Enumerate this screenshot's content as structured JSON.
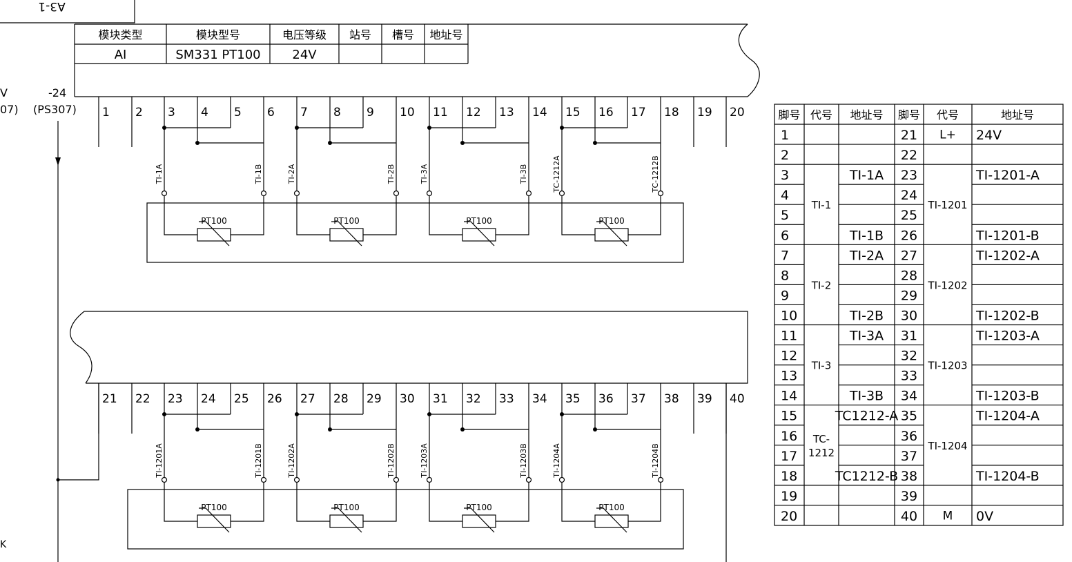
{
  "corner_label": "A3-1",
  "left_label_v": "V",
  "left_label_24": "-24",
  "left_label_07": "07)",
  "left_label_ps": "(PS307)",
  "left_label_k": "K",
  "header": {
    "columns": [
      "模块类型",
      "模块型号",
      "电压等级",
      "站号",
      "槽号",
      "地址号"
    ],
    "values": [
      "AI",
      "SM331 PT100",
      "24V",
      "",
      "",
      ""
    ]
  },
  "top_terminals": [
    "1",
    "2",
    "3",
    "4",
    "5",
    "6",
    "7",
    "8",
    "9",
    "10",
    "11",
    "12",
    "13",
    "14",
    "15",
    "16",
    "17",
    "18",
    "19",
    "20"
  ],
  "bottom_terminals": [
    "21",
    "22",
    "23",
    "24",
    "25",
    "26",
    "27",
    "28",
    "29",
    "30",
    "31",
    "32",
    "33",
    "34",
    "35",
    "36",
    "37",
    "38",
    "39",
    "40"
  ],
  "top_channels": [
    {
      "label_a": "TI-1A",
      "label_b": "TI-1B",
      "sensor": "PT100"
    },
    {
      "label_a": "TI-2A",
      "label_b": "TI-2B",
      "sensor": "PT100"
    },
    {
      "label_a": "TI-3A",
      "label_b": "TI-3B",
      "sensor": "PT100"
    },
    {
      "label_a": "TC-1212A",
      "label_b": "TC-1212B",
      "sensor": "PT100"
    }
  ],
  "bottom_channels": [
    {
      "label_a": "TI-1201A",
      "label_b": "TI-1201B",
      "sensor": "PT100"
    },
    {
      "label_a": "TI-1202A",
      "label_b": "TI-1202B",
      "sensor": "PT100"
    },
    {
      "label_a": "TI-1203A",
      "label_b": "TI-1203B",
      "sensor": "PT100"
    },
    {
      "label_a": "TI-1204A",
      "label_b": "TI-1204B",
      "sensor": "PT100"
    }
  ],
  "pin_table": {
    "headers": [
      "脚号",
      "代号",
      "地址号",
      "脚号",
      "代号",
      "地址号"
    ],
    "left_pins": [
      "1",
      "2",
      "3",
      "4",
      "5",
      "6",
      "7",
      "8",
      "9",
      "10",
      "11",
      "12",
      "13",
      "14",
      "15",
      "16",
      "17",
      "18",
      "19",
      "20"
    ],
    "right_pins": [
      "21",
      "22",
      "23",
      "24",
      "25",
      "26",
      "27",
      "28",
      "29",
      "30",
      "31",
      "32",
      "33",
      "34",
      "35",
      "36",
      "37",
      "38",
      "39",
      "40"
    ],
    "left_addr": [
      "",
      "",
      "TI-1A",
      "",
      "",
      "TI-1B",
      "TI-2A",
      "",
      "",
      "TI-2B",
      "TI-3A",
      "",
      "",
      "TI-3B",
      "TC1212-A",
      "",
      "",
      "TC1212-B",
      "",
      ""
    ],
    "right_addr": [
      "24V",
      "",
      "TI-1201-A",
      "",
      "",
      "TI-1201-B",
      "TI-1202-A",
      "",
      "",
      "TI-1202-B",
      "TI-1203-A",
      "",
      "",
      "TI-1203-B",
      "TI-1204-A",
      "",
      "",
      "TI-1204-B",
      "",
      "0V"
    ],
    "left_codes": [
      {
        "start": 3,
        "span": 4,
        "lines": [
          "TI-1"
        ]
      },
      {
        "start": 7,
        "span": 4,
        "lines": [
          "TI-2"
        ]
      },
      {
        "start": 11,
        "span": 4,
        "lines": [
          "TI-3"
        ]
      },
      {
        "start": 15,
        "span": 4,
        "lines": [
          "TC-",
          "1212"
        ]
      }
    ],
    "right_codes": [
      {
        "start": 1,
        "span": 1,
        "lines": [
          "L+"
        ]
      },
      {
        "start": 3,
        "span": 4,
        "lines": [
          "TI-1201"
        ]
      },
      {
        "start": 7,
        "span": 4,
        "lines": [
          "TI-1202"
        ]
      },
      {
        "start": 11,
        "span": 4,
        "lines": [
          "TI-1203"
        ]
      },
      {
        "start": 15,
        "span": 4,
        "lines": [
          "TI-1204"
        ]
      },
      {
        "start": 20,
        "span": 1,
        "lines": [
          "M"
        ]
      }
    ]
  }
}
